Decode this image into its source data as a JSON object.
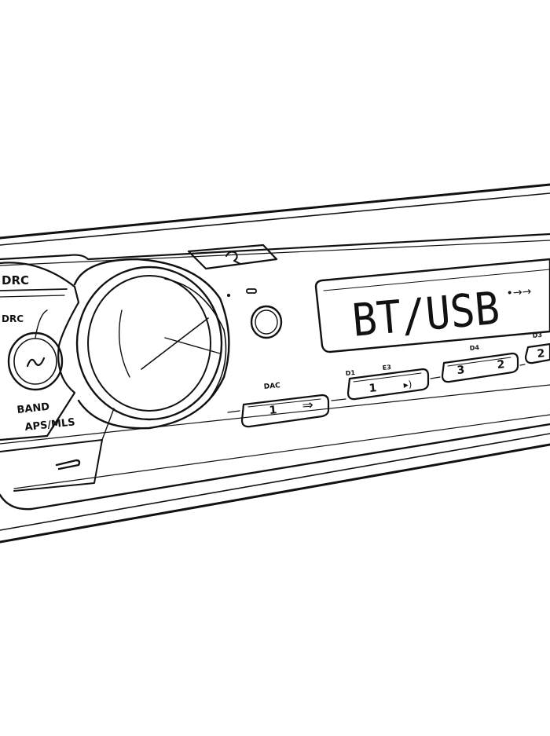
{
  "illustration": {
    "subject": "car-stereo-head-unit",
    "stroke_color": "#111111",
    "background_color": "#ffffff"
  },
  "display": {
    "text": "BT/USB",
    "arrow_glyph": "•→→"
  },
  "labels": {
    "drc_top": "DRC",
    "drc_side": "DRC",
    "band": "BAND",
    "aps_mls": "APS/MLS"
  },
  "presets": [
    {
      "top_label": "DAC",
      "number": "1",
      "glyph": "⇒"
    },
    {
      "top_label_left": "D1",
      "top_label_right": "E3",
      "number": "1",
      "glyph": "▸)"
    },
    {
      "top_label": "D4",
      "number_left": "3",
      "number_right": "2"
    },
    {
      "top_label": "D3",
      "number": "2"
    }
  ],
  "icons": {
    "volume_knob": "volume-knob",
    "source_button": "source-button",
    "search_button": "search-button",
    "eject_button": "eject-button",
    "indicator_led": "indicator-led"
  }
}
